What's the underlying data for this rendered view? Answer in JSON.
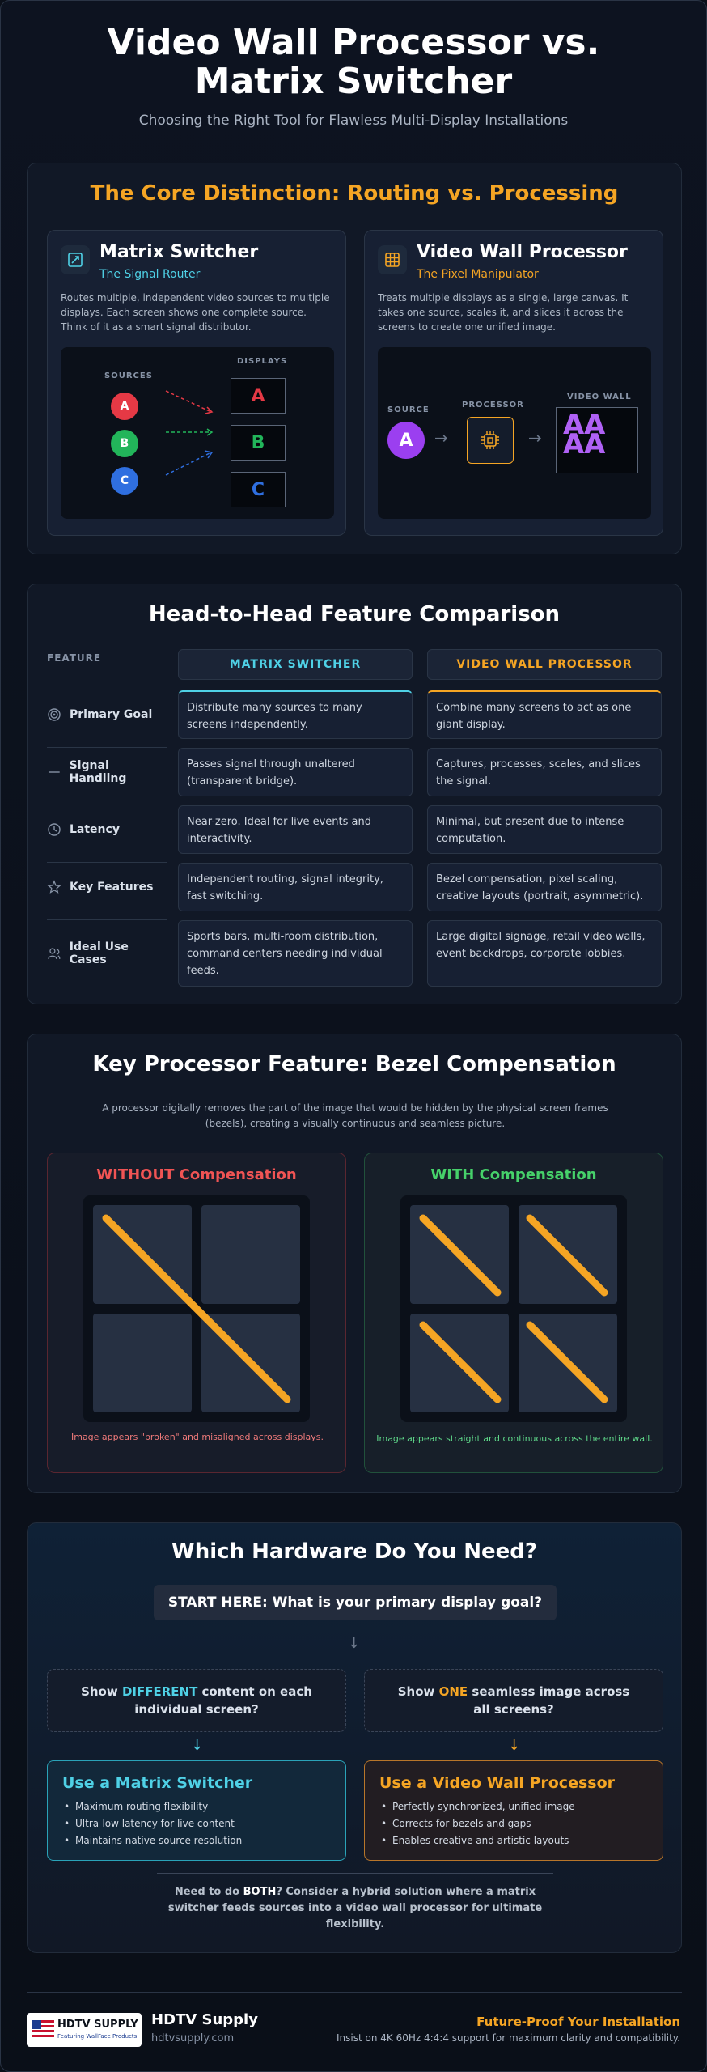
{
  "header": {
    "title": "Video Wall Processor vs. Matrix Switcher",
    "subtitle": "Choosing the Right Tool for Flawless Multi-Display Installations"
  },
  "core": {
    "title": "The Core Distinction: Routing vs. Processing",
    "matrix": {
      "title": "Matrix Switcher",
      "tagline": "The Signal Router",
      "desc": "Routes multiple, independent video sources to multiple displays. Each screen shows one complete source. Think of it as a smart signal distributor.",
      "sources_label": "SOURCES",
      "displays_label": "DISPLAYS",
      "sources": [
        "A",
        "B",
        "C"
      ],
      "displays": [
        "A",
        "B",
        "C"
      ]
    },
    "processor": {
      "title": "Video Wall Processor",
      "tagline": "The Pixel Manipulator",
      "desc": "Treats multiple displays as a single, large canvas. It takes one source, scales it, and slices it across the screens to create one unified image.",
      "source_label": "SOURCE",
      "processor_label": "PROCESSOR",
      "wall_label": "VIDEO WALL",
      "source": "A",
      "wall_letters": [
        "A",
        "A",
        "A",
        "A"
      ]
    }
  },
  "comparison": {
    "title": "Head-to-Head Feature Comparison",
    "feature_header": "FEATURE",
    "col_matrix": "MATRIX SWITCHER",
    "col_processor": "VIDEO WALL PROCESSOR",
    "rows": [
      {
        "feature": "Primary Goal",
        "matrix": "Distribute many sources to many screens independently.",
        "processor": "Combine many screens to act as one giant display."
      },
      {
        "feature": "Signal Handling",
        "matrix": "Passes signal through unaltered (transparent bridge).",
        "processor": "Captures, processes, scales, and slices the signal."
      },
      {
        "feature": "Latency",
        "matrix": "Near-zero. Ideal for live events and interactivity.",
        "processor": "Minimal, but present due to intense computation."
      },
      {
        "feature": "Key Features",
        "matrix": "Independent routing, signal integrity, fast switching.",
        "processor": "Bezel compensation, pixel scaling, creative layouts (portrait, asymmetric)."
      },
      {
        "feature": "Ideal Use Cases",
        "matrix": "Sports bars, multi-room distribution, command centers needing individual feeds.",
        "processor": "Large digital signage, retail video walls, event backdrops, corporate lobbies."
      }
    ]
  },
  "bezel": {
    "title": "Key Processor Feature: Bezel Compensation",
    "desc": "A processor digitally removes the part of the image that would be hidden by the physical screen frames (bezels), creating a visually continuous and seamless picture.",
    "without_title": "WITHOUT Compensation",
    "without_caption": "Image appears \"broken\" and misaligned across displays.",
    "with_title": "WITH Compensation",
    "with_caption": "Image appears straight and continuous across the entire wall."
  },
  "decision": {
    "title": "Which Hardware Do You Need?",
    "start": "START HERE: What is your primary display goal?",
    "left_q_pre": "Show ",
    "left_q_em": "DIFFERENT",
    "left_q_post": " content on each individual screen?",
    "right_q_pre": "Show ",
    "right_q_em": "ONE",
    "right_q_post": " seamless image across all screens?",
    "left_result": {
      "title": "Use a Matrix Switcher",
      "items": [
        "Maximum routing flexibility",
        "Ultra-low latency for live content",
        "Maintains native source resolution"
      ]
    },
    "right_result": {
      "title": "Use a Video Wall Processor",
      "items": [
        "Perfectly synchronized, unified image",
        "Corrects for bezels and gaps",
        "Enables creative and artistic layouts"
      ]
    },
    "hybrid_pre": "Need to do ",
    "hybrid_em": "BOTH",
    "hybrid_post": "? Consider a hybrid solution where a matrix switcher feeds sources into a video wall processor for ultimate flexibility."
  },
  "footer": {
    "logo_text": "HDTV SUPPLY",
    "logo_sub": "Featuring WallFace Products",
    "brand": "HDTV Supply",
    "url": "hdtvsupply.com",
    "cta": "Future-Proof Your Installation",
    "note": "Insist on 4K 60Hz 4:4:4 support for maximum clarity and compatibility."
  },
  "colors": {
    "matrix_accent": "#4fd1e6",
    "processor_accent": "#f5a524",
    "bad": "#f05454",
    "good": "#46d16a",
    "source_a": "#e53945",
    "source_b": "#22b55a",
    "source_c": "#2f6fe0",
    "processor_source": "#9b3ff0"
  }
}
